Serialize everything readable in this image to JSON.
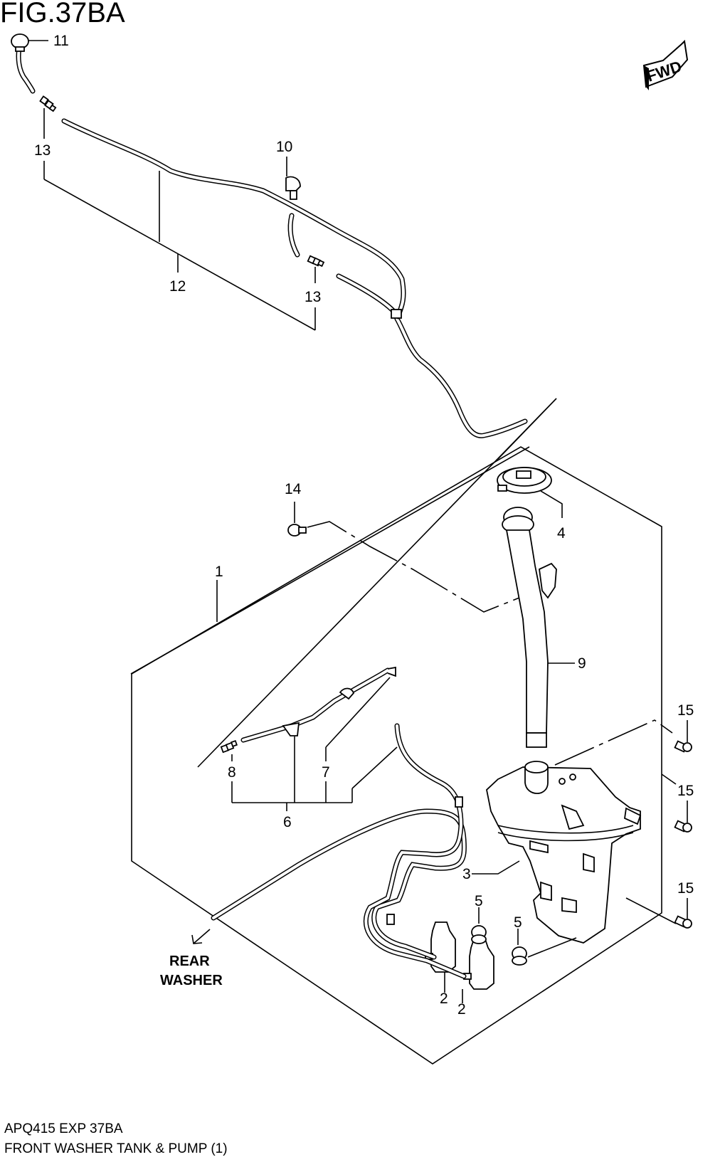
{
  "figure": {
    "title": "FIG.37BA",
    "code": "APQ415 EXP 37BA",
    "description": "FRONT WASHER TANK & PUMP (1)"
  },
  "fwd_label": "FWD",
  "rear_washer": {
    "line1": "REAR",
    "line2": "WASHER"
  },
  "callouts": {
    "c1": "1",
    "c2a": "2",
    "c2b": "2",
    "c3": "3",
    "c4": "4",
    "c5a": "5",
    "c5b": "5",
    "c6": "6",
    "c7": "7",
    "c8": "8",
    "c9": "9",
    "c10": "10",
    "c11": "11",
    "c12": "12",
    "c13a": "13",
    "c13b": "13",
    "c14": "14",
    "c15a": "15",
    "c15b": "15",
    "c15c": "15"
  }
}
